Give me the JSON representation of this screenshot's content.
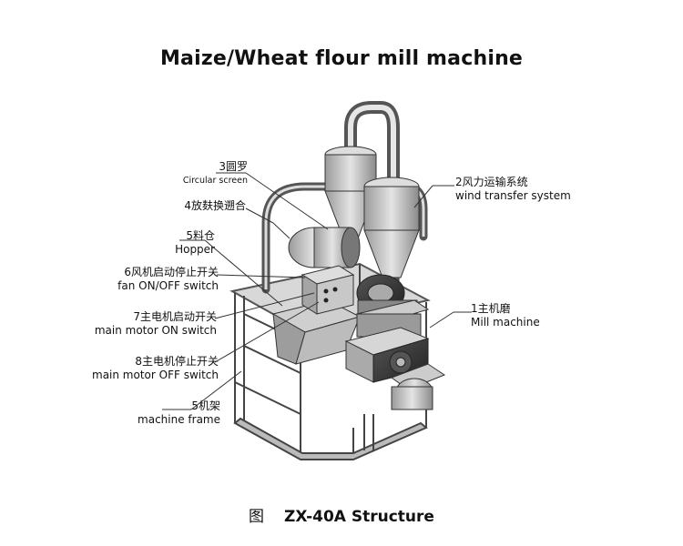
{
  "title": "Maize/Wheat flour mill machine",
  "caption": {
    "prefix": "图",
    "text": "ZX-40A Structure"
  },
  "labels": [
    {
      "id": "circular-screen",
      "cn": "3圆罗",
      "en": "Circular screen"
    },
    {
      "id": "mixing-hopper-top",
      "cn": "4放麸换遡合",
      "en": ""
    },
    {
      "id": "hopper",
      "cn": "5料仓",
      "en": "Hopper"
    },
    {
      "id": "fan-switch",
      "cn": "6风机启动停止开关",
      "en": "fan ON/OFF switch"
    },
    {
      "id": "motor-on-switch",
      "cn": "7主电机启动开关",
      "en": "main motor ON switch"
    },
    {
      "id": "motor-off-switch",
      "cn": "8主电机停止开关",
      "en": "main motor OFF switch"
    },
    {
      "id": "machine-frame",
      "cn": "5机架",
      "en": "machine frame"
    },
    {
      "id": "wind-transfer",
      "cn": "2风力运输系统",
      "en": "wind transfer system"
    },
    {
      "id": "mill-machine",
      "cn": "1主机磨",
      "en": "Mill machine"
    }
  ]
}
